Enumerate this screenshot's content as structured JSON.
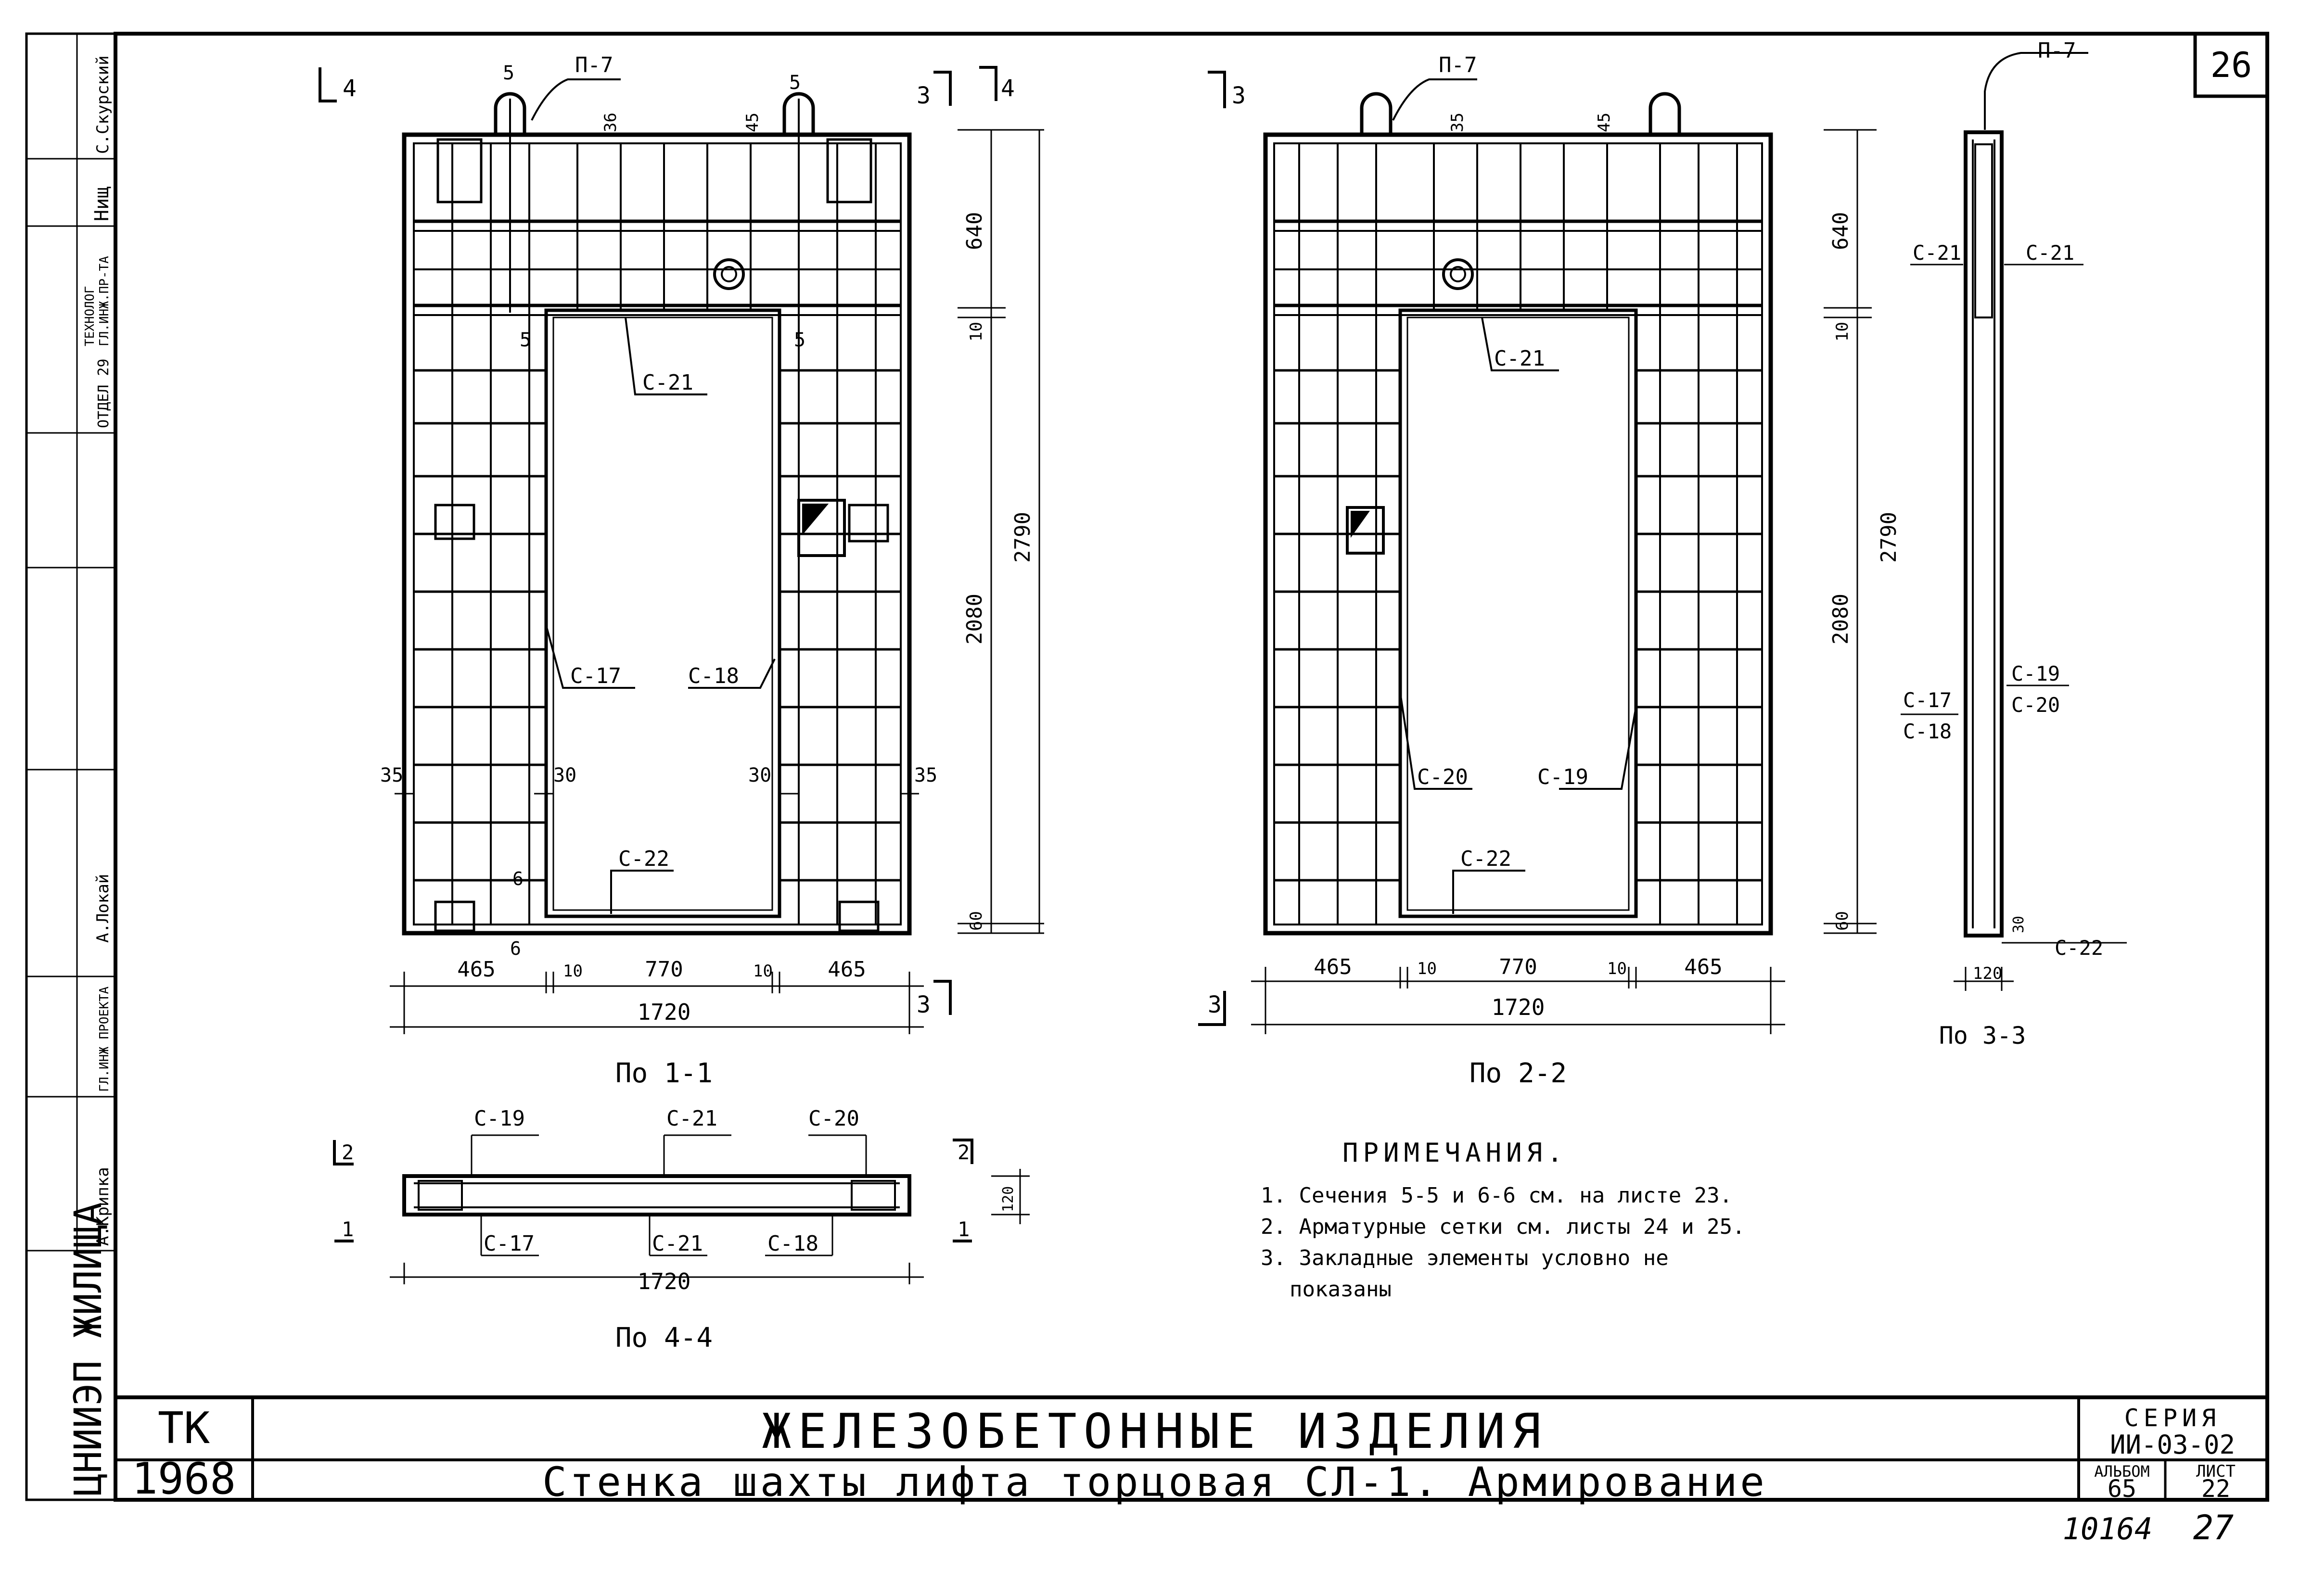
{
  "sheet": {
    "sheet_number": "26",
    "org": "ТК",
    "year": "1968",
    "title_main": "ЖЕЛЕЗОБЕТОННЫЕ ИЗДЕЛИЯ",
    "title_sub": "Стенка шахты лифта торцовая СЛ-1. Армирование",
    "series_label": "СЕРИЯ",
    "series_value": "ИИ-03-02",
    "album_label": "АЛЬБОМ",
    "album_value": "65",
    "list_label": "ЛИСТ",
    "list_value": "22",
    "footer_ref": "10164",
    "footer_page": "27",
    "institute": "ЦНИИЭП ЖИЛИЩА",
    "stamp": [
      "С.Скурский",
      "Нищ",
      "ГЛ.ИНЖ.ПР-ТА",
      "ТЕХНОЛОГ",
      "ОТДЕЛ 29",
      "А.Локай",
      "ГЛ.ИНЖ ПРОЕКТА",
      "А.Крипка"
    ]
  },
  "view_1_1": {
    "caption": "По 1-1",
    "section_marks": {
      "top_left": "4",
      "top_right_a": "3",
      "top_right_b": "4",
      "bottom_right": "3"
    },
    "rebar": {
      "p7": "П-7",
      "c21": "С-21",
      "c17": "С-17",
      "c18": "С-18",
      "c22": "С-22"
    },
    "dims_top": {
      "d5a": "5",
      "d5b": "5",
      "d36": "36",
      "d45": "45"
    },
    "dims_inner": {
      "d51": "5",
      "d15": "5",
      "d6a": "6",
      "d6b": "6",
      "d35l": "35",
      "d30l": "30",
      "d30r": "30",
      "d35r": "35"
    },
    "dims_v": {
      "h640": "640",
      "h10": "10",
      "h2790": "2790",
      "h2080": "2080",
      "h60": "60"
    },
    "dims_h": {
      "w465a": "465",
      "w10a": "10",
      "w770": "770",
      "w10b": "10",
      "w465b": "465",
      "total": "1720"
    }
  },
  "view_2_2": {
    "caption": "По 2-2",
    "section_mark": "3",
    "rebar": {
      "p7": "П-7",
      "c21": "С-21",
      "c20": "С-20",
      "c19": "С-19",
      "c22": "С-22"
    },
    "dims_top": {
      "d35": "35",
      "d45": "45"
    },
    "dims_v": {
      "h640": "640",
      "h10": "10",
      "h2790": "2790",
      "h2080": "2080",
      "h60": "60"
    },
    "dims_h": {
      "w465a": "465",
      "w10a": "10",
      "w770": "770",
      "w10b": "10",
      "w465b": "465",
      "total": "1720"
    }
  },
  "view_3_3": {
    "caption": "По 3-3",
    "rebar": {
      "p7": "П-7",
      "c21l": "С-21",
      "c21r": "С-21",
      "c17": "С-17",
      "c18": "С-18",
      "c19": "С-19",
      "c20": "С-20",
      "c22": "С-22"
    },
    "dims": {
      "d30": "30",
      "w120": "120"
    }
  },
  "view_4_4": {
    "caption": "По 4-4",
    "marks": {
      "l2": "2",
      "l1": "1",
      "r2": "2",
      "r1": "1"
    },
    "rebar": {
      "c19": "С-19",
      "c21a": "С-21",
      "c20": "С-20",
      "c17": "С-17",
      "c21b": "С-21",
      "c18": "С-18"
    },
    "dims": {
      "h120": "120",
      "total": "1720"
    }
  },
  "notes": {
    "heading": "ПРИМЕЧАНИЯ.",
    "items": [
      "1. Сечения 5-5 и 6-6 см. на листе 23.",
      "2. Арматурные сетки см. листы 24 и 25.",
      "3. Закладные элементы условно не",
      "показаны"
    ]
  }
}
